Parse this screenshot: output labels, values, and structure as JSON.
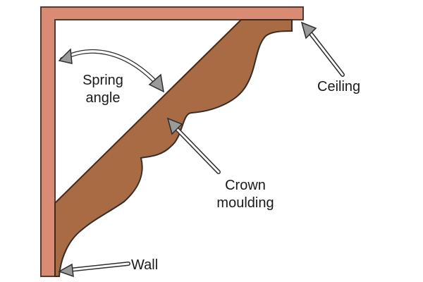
{
  "labels": {
    "spring_angle": [
      "Spring",
      "angle"
    ],
    "ceiling": "Ceiling",
    "crown_moulding": [
      "Crown",
      "moulding"
    ],
    "wall": "Wall"
  },
  "colors": {
    "frame_fill": "#D98C73",
    "frame_stroke": "#5A3A2E",
    "moulding_fill": "#A86B44",
    "moulding_stroke": "#3E2A1E",
    "arrow_fill": "#9A9A9A",
    "arrow_stroke": "#2E2E2E",
    "text": "#1A1A1A"
  }
}
